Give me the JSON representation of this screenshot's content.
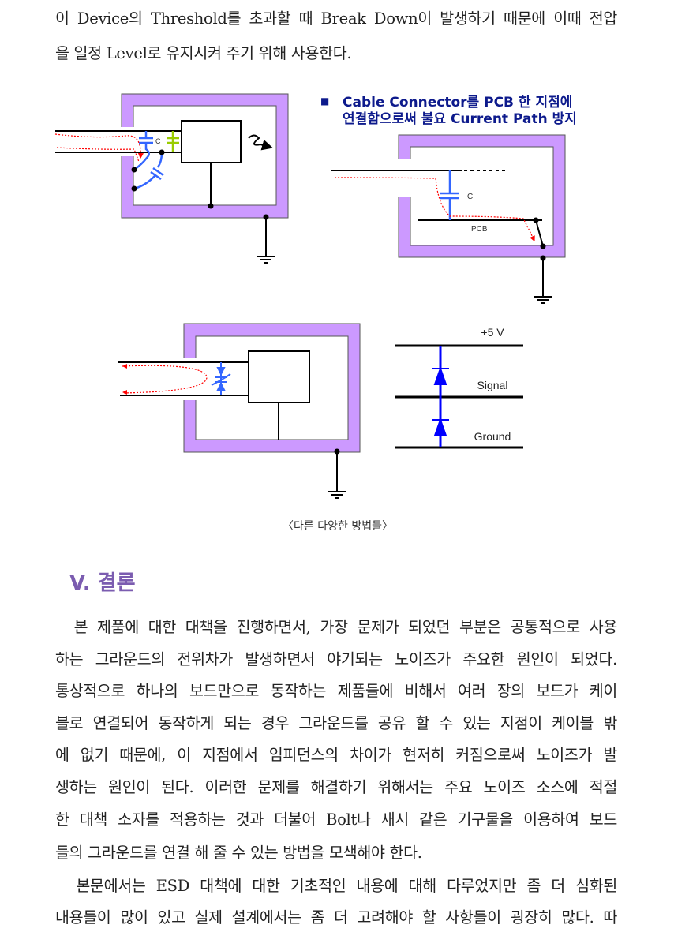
{
  "intro_lines": [
    "이 Device의 Threshold를 초과할 때 Break Down이 발생하기 때문에 이때 전압",
    "을 일정 Level로 유지시켜 주기 위해 사용한다."
  ],
  "figure": {
    "diagram1": {
      "cap_label": "C"
    },
    "diagram2": {
      "note_line1": "Cable Connector를  PCB 한 지점에",
      "note_line2": "연결함으로써 불요 Current Path 방지",
      "cap_label": "C",
      "pcb_label": "PCB"
    },
    "diagram4": {
      "rail_top": "+5 V",
      "rail_mid": "Signal",
      "rail_bottom": "Ground"
    },
    "caption": "〈다른 다양한 방법들〉",
    "colors": {
      "shield": "#cc99ff",
      "capacitor": "#3366ff",
      "current_path": "#ff0000",
      "diode": "#0000ff",
      "cap_green": "#99cc00"
    }
  },
  "section": {
    "heading": "V. 결론",
    "lines": [
      "  본 제품에 대한 대책을 진행하면서, 가장 문제가 되었던 부분은 공통적으로 사용",
      "하는 그라운드의 전위차가 발생하면서 야기되는 노이즈가 주요한 원인이 되었다.",
      "통상적으로 하나의 보드만으로 동작하는 제품들에 비해서 여러 장의 보드가 케이",
      "블로 연결되어 동작하게 되는 경우 그라운드를 공유 할 수 있는 지점이 케이블 밖",
      "에 없기 때문에, 이 지점에서 임피던스의 차이가 현저히 커짐으로써 노이즈가 발",
      "생하는 원인이 된다. 이러한 문제를 해결하기 위해서는 주요 노이즈 소스에 적절",
      "한 대책 소자를 적용하는 것과 더불어 Bolt나 새시 같은 기구물을 이용하여 보드",
      "들의 그라운드를 연결 해 줄 수 있는 방법을 모색해야 한다.",
      "  본문에서는 ESD 대책에 대한 기초적인 내용에 대해 다루었지만 좀 더 심화된",
      "내용들이 많이 있고 실제 설계에서는 좀 더 고려해야 할 사항들이 굉장히 많다. 따"
    ]
  }
}
